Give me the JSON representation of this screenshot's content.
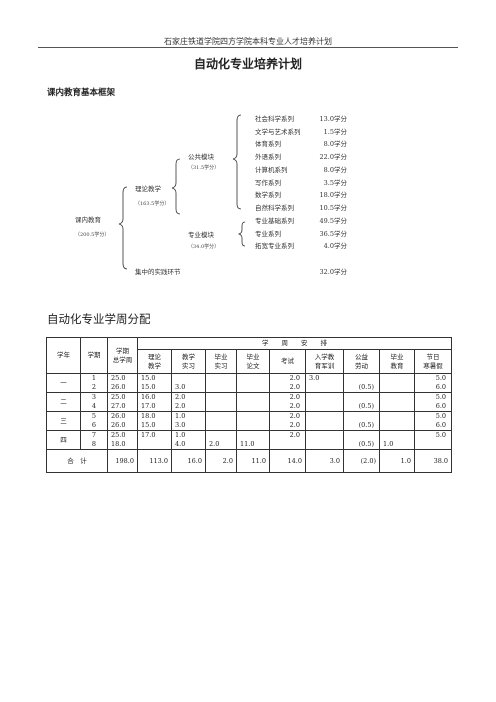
{
  "header": "石家庄铁道学院四方学院本科专业人才培养计划",
  "title": "自动化专业培养计划",
  "framework": {
    "heading": "课内教育基本框架",
    "root": {
      "label": "课内教育",
      "sub": "（200.5学分）"
    },
    "theory": {
      "label": "理论教学",
      "sub": "（163.5学分）"
    },
    "public": {
      "label": "公共模块",
      "sub": "（31.5学分）"
    },
    "major": {
      "label": "专业模块",
      "sub": "（34.0学分）"
    },
    "practice": {
      "label": "集中的实践环节",
      "credits": "32.0学分"
    },
    "items": [
      {
        "name": "社会科学系列",
        "credits": "13.0学分"
      },
      {
        "name": "文学与艺术系列",
        "credits": "1.5学分"
      },
      {
        "name": "体育系列",
        "credits": "8.0学分"
      },
      {
        "name": "外语系列",
        "credits": "22.0学分"
      },
      {
        "name": "计算机系列",
        "credits": "8.0学分"
      },
      {
        "name": "写作系列",
        "credits": "3.5学分"
      },
      {
        "name": "数学系列",
        "credits": "18.0学分"
      },
      {
        "name": "自然科学系列",
        "credits": "10.5学分"
      },
      {
        "name": "专业基础系列",
        "credits": "49.5学分"
      },
      {
        "name": "专业系列",
        "credits": "36.5学分"
      },
      {
        "name": "拓宽专业系列",
        "credits": "4.0学分"
      }
    ]
  },
  "weeks": {
    "heading": "自动化专业学周分配",
    "headers": {
      "year": "学年",
      "semester": "学期",
      "total_line1": "学期",
      "total_line2": "总学周",
      "arrangement": "学　　周　　安　　排",
      "cols": [
        {
          "l1": "理论",
          "l2": "教学"
        },
        {
          "l1": "教学",
          "l2": "实习"
        },
        {
          "l1": "毕业",
          "l2": "实习"
        },
        {
          "l1": "毕业",
          "l2": "论文"
        },
        {
          "l1": "考试",
          "l2": ""
        },
        {
          "l1": "入学教",
          "l2": "育军训"
        },
        {
          "l1": "公益",
          "l2": "劳动"
        },
        {
          "l1": "毕业",
          "l2": "教育"
        },
        {
          "l1": "节日",
          "l2": "寒暑假"
        }
      ]
    },
    "years": [
      {
        "label": "一",
        "rows": [
          {
            "sem": "1",
            "total": "25.0",
            "cells": [
              "15.0",
              "",
              "",
              "",
              "2.0",
              "3.0",
              "",
              "",
              "5.0"
            ]
          },
          {
            "sem": "2",
            "total": "26.0",
            "cells": [
              "15.0",
              "3.0",
              "",
              "",
              "2.0",
              "",
              "(0.5)",
              "",
              "6.0"
            ]
          }
        ]
      },
      {
        "label": "二",
        "rows": [
          {
            "sem": "3",
            "total": "25.0",
            "cells": [
              "16.0",
              "2.0",
              "",
              "",
              "2.0",
              "",
              "",
              "",
              "5.0"
            ]
          },
          {
            "sem": "4",
            "total": "27.0",
            "cells": [
              "17.0",
              "2.0",
              "",
              "",
              "2.0",
              "",
              "(0.5)",
              "",
              "6.0"
            ]
          }
        ]
      },
      {
        "label": "三",
        "rows": [
          {
            "sem": "5",
            "total": "26.0",
            "cells": [
              "18.0",
              "1.0",
              "",
              "",
              "2.0",
              "",
              "",
              "",
              "5.0"
            ]
          },
          {
            "sem": "6",
            "total": "26.0",
            "cells": [
              "15.0",
              "3.0",
              "",
              "",
              "2.0",
              "",
              "(0.5)",
              "",
              "6.0"
            ]
          }
        ]
      },
      {
        "label": "四",
        "rows": [
          {
            "sem": "7",
            "total": "25.0",
            "cells": [
              "17.0",
              "1.0",
              "",
              "",
              "2.0",
              "",
              "",
              "",
              "5.0"
            ]
          },
          {
            "sem": "8",
            "total": "18.0",
            "cells": [
              "",
              "4.0",
              "2.0",
              "11.0",
              "",
              "",
              "(0.5)",
              "1.0",
              ""
            ]
          }
        ]
      }
    ],
    "total": {
      "label": "合　计",
      "values": [
        "198.0",
        "113.0",
        "16.0",
        "2.0",
        "11.0",
        "14.0",
        "3.0",
        "(2.0)",
        "1.0",
        "38.0"
      ]
    }
  }
}
